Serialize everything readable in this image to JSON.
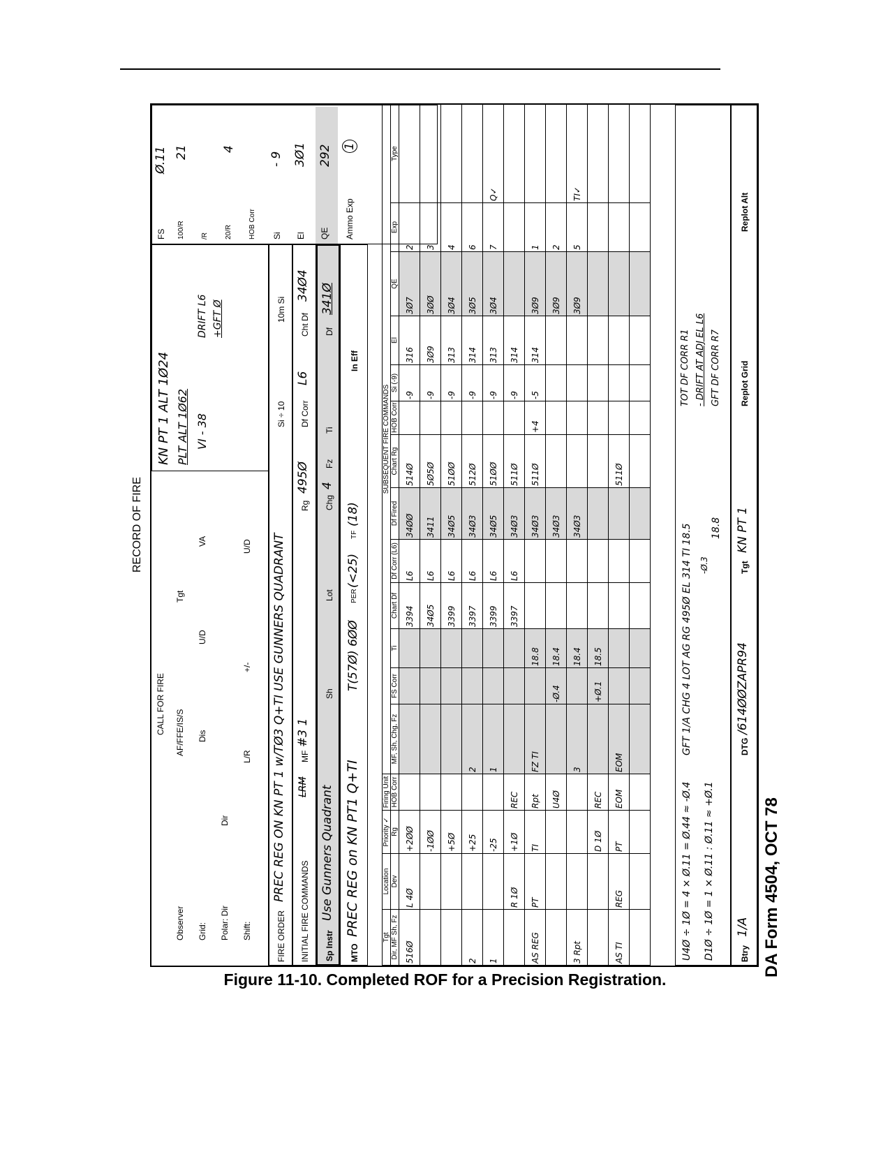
{
  "title": "RECORD OF FIRE",
  "call_for_fire": {
    "heading": "CALL FOR FIRE",
    "labels": [
      "Observer",
      "Grid:",
      "Polar: Dir",
      "Shift:",
      "AF/FFE/IS/S",
      "Tgt",
      "Dis",
      "U/D",
      "VA",
      "Dir",
      "L/R",
      "+/-",
      "U/D"
    ]
  },
  "knpt": {
    "line1": "KN PT 1 ALT 1Ø24",
    "line2": "PLT ALT     1Ø62",
    "line3": "VI     - 38",
    "drift": "DRIFT L6",
    "gft": "+GFT  Ø"
  },
  "fs_block": {
    "fs_label": "FS",
    "fs_value": "Ø.11",
    "r100_label": "100/R",
    "r100_value": "21",
    "r_label": "/R",
    "r20_label": "20/R",
    "r20_value": "4",
    "hob_label": "HOB Corr",
    "si_label": "Si",
    "si_value": "- 9",
    "el_label": "El",
    "el_value": "3Ø1",
    "qe_label": "QE",
    "qe_value": "292",
    "ammo_label": "Ammo Exp",
    "ammo_value": "1"
  },
  "fire_order": {
    "label": "FIRE ORDER",
    "text": "PREC REG ON KN PT 1 w/TØ3 Q+TI USE GUNNERS QUADRANT",
    "si_label": "Si ÷ 10",
    "ten_si_label": "10m Si"
  },
  "initial": {
    "label": "INITIAL FIRE COMMANDS",
    "lrm": "LRM",
    "mf_label": "MF",
    "mf_value": "#3 1",
    "rg_label": "Rg",
    "rg_value": "495Ø",
    "dfcorr_label": "Df Corr",
    "dfcorr_value": "L6",
    "chtdf_label": "Cht Df",
    "chtdf_value": "34Ø4"
  },
  "sp_instr": {
    "label": "Sp Instr",
    "value": "Use Gunners Quadrant",
    "sh_label": "Sh",
    "lot_label": "Lot",
    "chg_label": "Chg",
    "chg_value": "4",
    "fz_label": "Fz",
    "ti_label": "Ti",
    "df_label": "Df",
    "df_value": "341Ø"
  },
  "mto": {
    "label": "MTO",
    "value": "PREC REG on KN PT1 Q+TI",
    "t_value": "T(57Ø) 6ØØ",
    "per_label": "PER",
    "per_value": "(<25)",
    "tf_label": "TF",
    "tf_value": "(18)",
    "ineff_label": "In Eff"
  },
  "subsequent": {
    "heading": "SUBSEQUENT FIRE COMMANDS",
    "group_tgt": "Tgt",
    "group_location": "Location",
    "group_priority": "Priority ✓",
    "group_firing": "Firing Unit",
    "columns": [
      "Dir, MF Sh, Fz",
      "Dev",
      "Rg",
      "HOB Corr",
      "MF, Sh, Chg, Fz",
      "FS Corr",
      "Ti",
      "Chart Df",
      "Df Corr (L6)",
      "Df Fired",
      "Chart Rg",
      "HOB Corr",
      "Si (-9)",
      "El",
      "QE",
      "Exp",
      "Type"
    ],
    "rows": [
      [
        "516Ø",
        "L 4Ø",
        "+2ØØ",
        "",
        "",
        "",
        "",
        "3394",
        "L6",
        "34ØØ",
        "514Ø",
        "",
        "-9",
        "316",
        "3Ø7",
        "2",
        ""
      ],
      [
        "",
        "",
        "-1ØØ",
        "",
        "",
        "",
        "",
        "34Ø5",
        "L6",
        "3411",
        "5Ø5Ø",
        "",
        "-9",
        "3Ø9",
        "3ØØ",
        "3",
        ""
      ],
      [
        "",
        "",
        "+5Ø",
        "",
        "",
        "",
        "",
        "3399",
        "L6",
        "34Ø5",
        "51ØØ",
        "",
        "-9",
        "313",
        "3Ø4",
        "4",
        ""
      ],
      [
        "2",
        "",
        "+25",
        "",
        "2",
        "",
        "",
        "3397",
        "L6",
        "34Ø3",
        "512Ø",
        "",
        "-9",
        "314",
        "3Ø5",
        "6",
        ""
      ],
      [
        "1",
        "",
        "-25",
        "",
        "1",
        "",
        "",
        "3399",
        "L6",
        "34Ø5",
        "51ØØ",
        "",
        "-9",
        "313",
        "3Ø4",
        "7",
        "Q✓"
      ],
      [
        "",
        "R 1Ø",
        "+1Ø",
        "REC",
        "",
        "",
        "",
        "3397",
        "L6",
        "34Ø3",
        "511Ø",
        "",
        "-9",
        "314",
        "",
        "",
        ""
      ],
      [
        "AS REG",
        "PT",
        "TI",
        "Rpt",
        "FZ TI",
        "",
        "18.8",
        "",
        "",
        "34Ø3",
        "511Ø",
        "+4",
        "-5",
        "314",
        "3Ø9",
        "1",
        ""
      ],
      [
        "",
        "",
        "",
        "U4Ø",
        "",
        "-Ø.4",
        "18.4",
        "",
        "",
        "34Ø3",
        "",
        "",
        "",
        "",
        "3Ø9",
        "2",
        ""
      ],
      [
        "3 Rpt",
        "",
        "",
        "",
        "3",
        "",
        "18.4",
        "",
        "",
        "34Ø3",
        "",
        "",
        "",
        "",
        "3Ø9",
        "5",
        "TI✓"
      ],
      [
        "",
        "",
        "D 1Ø",
        "REC",
        "",
        "+Ø.1",
        "18.5",
        "",
        "",
        "",
        "",
        "",
        "",
        "",
        "",
        "",
        ""
      ],
      [
        "AS TI",
        "REG",
        "PT",
        "EOM",
        "EOM",
        "",
        "",
        "",
        "",
        "",
        "511Ø",
        "",
        "",
        "",
        "",
        "",
        ""
      ],
      [
        "",
        "",
        "",
        "",
        "",
        "",
        "",
        "",
        "",
        "",
        "",
        "",
        "",
        "",
        "",
        "",
        ""
      ]
    ]
  },
  "bottom": {
    "calc1": "U4Ø ÷ 1Ø = 4 × Ø.11 = Ø.44 ≈ -Ø.4",
    "calc2": "D1Ø ÷ 1Ø = 1 × Ø.11 : Ø.11 ≈ +Ø.1",
    "gft": "GFT 1/A CHG 4 LOT AG RG 495Ø EL 314 TI 18.5",
    "corr1": "TOT DF CORR     R1",
    "corr2": "- DRIFT AT ADJ EL  L6",
    "corr3": "GFT DF CORR     R7",
    "note1": "-Ø.3",
    "note2": "18.8"
  },
  "footer": {
    "btry_label": "Btry",
    "btry_value": "1/A",
    "dtg_label": "DTG",
    "dtg_value": "/614ØØZAPR94",
    "tgt_label": "Tgt",
    "tgt_value": "KN PT 1",
    "replot_grid": "Replot Grid",
    "replot_alt": "Replot Alt"
  },
  "caption": "Figure 11-10. Completed ROF for a Precision Registration.",
  "form_id": "DA Form 4504, OCT 78"
}
